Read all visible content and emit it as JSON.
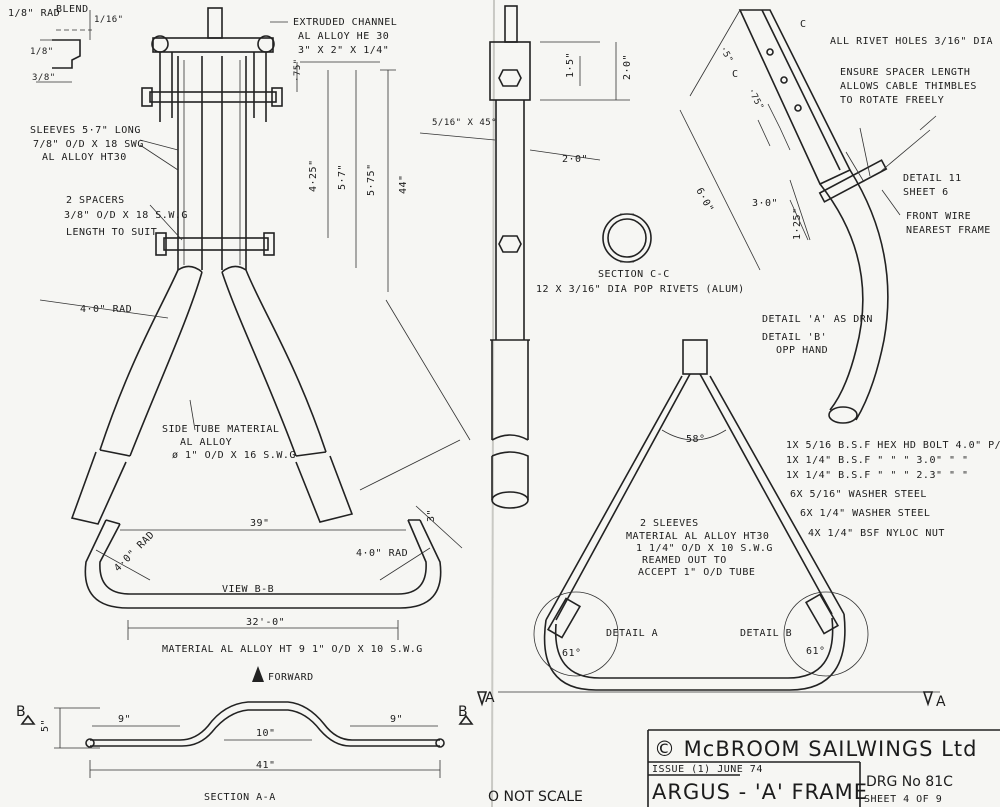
{
  "labels": {
    "rad_1_8": "1/8\" RAD",
    "blend": "BLEND",
    "dim_1_16": "1/16\"",
    "dim_1_8": "1/8\"",
    "dim_3_8": "3/8\"",
    "channel_1": "EXTRUDED CHANNEL",
    "channel_2": "AL ALLOY HE 30",
    "channel_3": "3\" X 2\" X 1/4\"",
    "sleeves_1": "SLEEVES 5·7\" LONG",
    "sleeves_2": "7/8\" O/D X 18 SWG",
    "sleeves_3": "AL ALLOY HT30",
    "spacers_1": "2 SPACERS",
    "spacers_2": "3/8\" O/D X 18 S.W.G",
    "spacers_3": "LENGTH TO SUIT",
    "dim_75": "·75\"",
    "dim_4_25": "4·25\"",
    "dim_5_7": "5·7\"",
    "dim_5_75": "5·75\"",
    "dim_44": "44\"",
    "rad_4": "4·0\" RAD",
    "side_tube_1": "SIDE TUBE MATERIAL",
    "side_tube_2": "AL ALLOY",
    "side_tube_3": "ø 1\" O/D X 16 S.W.G",
    "dim_39": "39\"",
    "dim_3": "3\"",
    "rad_4b": "4·0\" RAD",
    "rad_4c": "4·0\" RAD",
    "view_bb": "VIEW B-B",
    "dim_32": "32'-0\"",
    "material": "MATERIAL AL ALLOY HT 9 1\" O/D X 10 S.W.G",
    "forward": "FORWARD",
    "b_left": "B",
    "b_right": "B",
    "dim_5": "5\"",
    "dim_9a": "9\"",
    "dim_10": "10\"",
    "dim_9b": "9\"",
    "dim_41": "41\"",
    "section_aa": "SECTION A-A",
    "chamfer": "5/16\" X 45°",
    "dim_1_5": "1·5\"",
    "dim_2_0a": "2·0\"",
    "dim_2_0b": "2·0\"",
    "section_cc": "SECTION C-C",
    "pop_rivets": "12 X 3/16\" DIA POP RIVETS (ALUM)",
    "c_mark_1": "C",
    "c_mark_2": "C",
    "dim_5b": "·5\"",
    "dim_75b": "·75\"",
    "rivet_holes": "ALL RIVET HOLES 3/16\" DIA",
    "spacer_note_1": "ENSURE SPACER LENGTH",
    "spacer_note_2": "ALLOWS CABLE THIMBLES",
    "spacer_note_3": "TO ROTATE FREELY",
    "detail_11_1": "DETAIL 11",
    "detail_11_2": "SHEET 6",
    "front_wire_1": "FRONT WIRE",
    "front_wire_2": "NEAREST FRAME",
    "dim_6_0": "6·0\"",
    "dim_3_0": "3·0\"",
    "dim_1_25": "1·25\"",
    "detail_a_drn": "DETAIL 'A' AS DRN",
    "detail_b_1": "DETAIL 'B'",
    "detail_b_2": "OPP HAND",
    "angle_58": "58°",
    "sleeves2_1": "2 SLEEVES",
    "sleeves2_2": "MATERIAL AL ALLOY HT30",
    "sleeves2_3": "1 1/4\" O/D X 10 S.W.G",
    "sleeves2_4": "REAMED OUT TO",
    "sleeves2_5": "ACCEPT 1\" O/D TUBE",
    "detail_a": "DETAIL A",
    "detail_b": "DETAIL B",
    "angle_61a": "61°",
    "angle_61b": "61°",
    "a_left": "A",
    "a_right": "A",
    "not_scale": "O NOT SCALE"
  },
  "parts_list": [
    "1X 5/16 B.S.F HEX HD BOLT 4.0\" P/L HTS",
    "1X 1/4\" B.S.F  \"   \"   \"   3.0\"  \"  \"",
    "1X 1/4\" B.S.F  \"   \"   \"   2.3\"  \"  \"",
    "6X 5/16\" WASHER STEEL",
    "6X 1/4\" WASHER STEEL",
    "4X 1/4\" BSF NYLOC NUT"
  ],
  "title_block": {
    "company": "© McBROOM SAILWINGS Ltd",
    "issue": "ISSUE (1) JUNE 74",
    "title": "ARGUS - 'A' FRAME",
    "drg_no": "DRG No 81C",
    "sheet": "SHEET 4 OF 9"
  }
}
